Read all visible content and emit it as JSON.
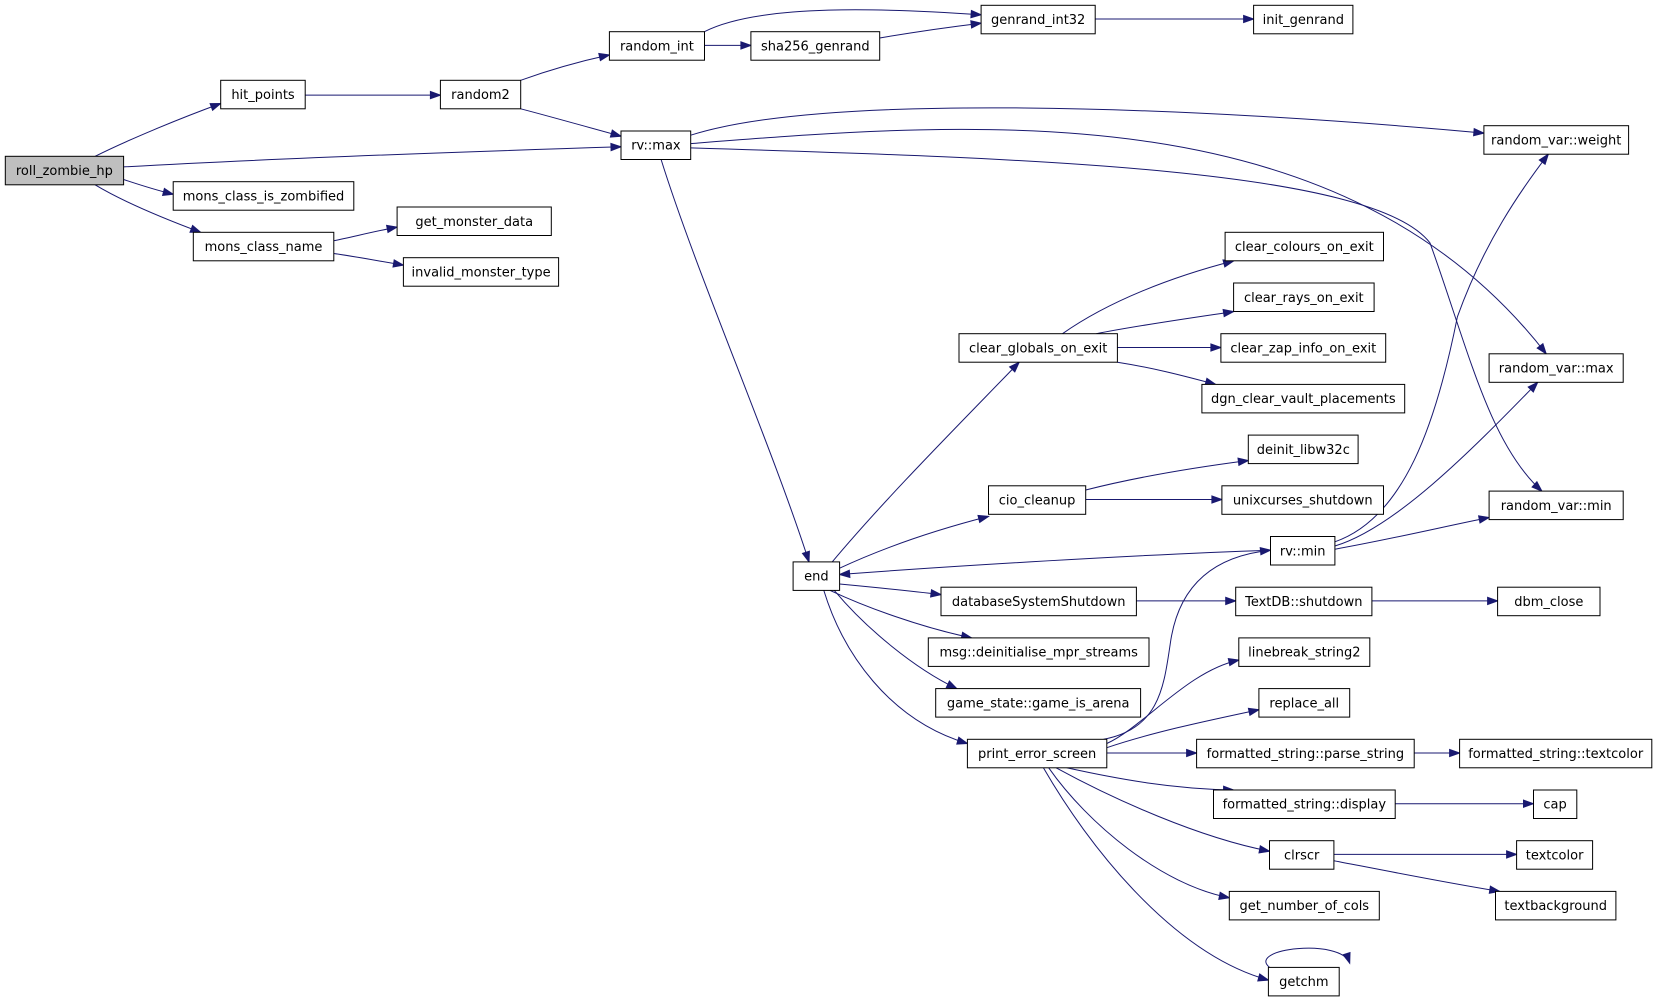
{
  "diagram": {
    "type": "call-graph",
    "colors": {
      "edge": "#191970",
      "root_fill": "#bfbfbf",
      "node_fill": "#ffffff",
      "node_border": "#000000"
    },
    "nodes": [
      {
        "id": "roll_zombie_hp",
        "label": "roll_zombie_hp",
        "root": true
      },
      {
        "id": "hit_points",
        "label": "hit_points"
      },
      {
        "id": "mons_class_is_zombified",
        "label": "mons_class_is_zombified"
      },
      {
        "id": "mons_class_name",
        "label": "mons_class_name"
      },
      {
        "id": "get_monster_data",
        "label": "get_monster_data"
      },
      {
        "id": "invalid_monster_type",
        "label": "invalid_monster_type"
      },
      {
        "id": "random2",
        "label": "random2"
      },
      {
        "id": "random_int",
        "label": "random_int"
      },
      {
        "id": "sha256_genrand",
        "label": "sha256_genrand"
      },
      {
        "id": "genrand_int32",
        "label": "genrand_int32"
      },
      {
        "id": "init_genrand",
        "label": "init_genrand"
      },
      {
        "id": "rv_max",
        "label": "rv::max"
      },
      {
        "id": "random_var_weight",
        "label": "random_var::weight"
      },
      {
        "id": "random_var_max",
        "label": "random_var::max"
      },
      {
        "id": "random_var_min",
        "label": "random_var::min"
      },
      {
        "id": "end",
        "label": "end"
      },
      {
        "id": "clear_globals_on_exit",
        "label": "clear_globals_on_exit"
      },
      {
        "id": "clear_colours_on_exit",
        "label": "clear_colours_on_exit"
      },
      {
        "id": "clear_rays_on_exit",
        "label": "clear_rays_on_exit"
      },
      {
        "id": "clear_zap_info_on_exit",
        "label": "clear_zap_info_on_exit"
      },
      {
        "id": "dgn_clear_vault_placements",
        "label": "dgn_clear_vault_placements"
      },
      {
        "id": "cio_cleanup",
        "label": "cio_cleanup"
      },
      {
        "id": "deinit_libw32c",
        "label": "deinit_libw32c"
      },
      {
        "id": "unixcurses_shutdown",
        "label": "unixcurses_shutdown"
      },
      {
        "id": "rv_min",
        "label": "rv::min"
      },
      {
        "id": "databaseSystemShutdown",
        "label": "databaseSystemShutdown"
      },
      {
        "id": "TextDB_shutdown",
        "label": "TextDB::shutdown"
      },
      {
        "id": "dbm_close",
        "label": "dbm_close"
      },
      {
        "id": "msg_deinitialise",
        "label": "msg::deinitialise_mpr_streams"
      },
      {
        "id": "game_is_arena",
        "label": "game_state::game_is_arena"
      },
      {
        "id": "linebreak_string2",
        "label": "linebreak_string2"
      },
      {
        "id": "replace_all",
        "label": "replace_all"
      },
      {
        "id": "print_error_screen",
        "label": "print_error_screen"
      },
      {
        "id": "parse_string",
        "label": "formatted_string::parse_string"
      },
      {
        "id": "textcolor_fs",
        "label": "formatted_string::textcolor"
      },
      {
        "id": "fs_display",
        "label": "formatted_string::display"
      },
      {
        "id": "cap",
        "label": "cap"
      },
      {
        "id": "clrscr",
        "label": "clrscr"
      },
      {
        "id": "textcolor",
        "label": "textcolor"
      },
      {
        "id": "textbackground",
        "label": "textbackground"
      },
      {
        "id": "get_number_of_cols",
        "label": "get_number_of_cols"
      },
      {
        "id": "getchm",
        "label": "getchm"
      }
    ],
    "edges": [
      {
        "from": "roll_zombie_hp",
        "to": "hit_points"
      },
      {
        "from": "roll_zombie_hp",
        "to": "rv_max"
      },
      {
        "from": "roll_zombie_hp",
        "to": "mons_class_is_zombified"
      },
      {
        "from": "roll_zombie_hp",
        "to": "mons_class_name"
      },
      {
        "from": "hit_points",
        "to": "random2"
      },
      {
        "from": "mons_class_name",
        "to": "get_monster_data"
      },
      {
        "from": "mons_class_name",
        "to": "invalid_monster_type"
      },
      {
        "from": "random2",
        "to": "random_int"
      },
      {
        "from": "random2",
        "to": "rv_max"
      },
      {
        "from": "random_int",
        "to": "genrand_int32"
      },
      {
        "from": "random_int",
        "to": "sha256_genrand"
      },
      {
        "from": "sha256_genrand",
        "to": "genrand_int32"
      },
      {
        "from": "genrand_int32",
        "to": "init_genrand"
      },
      {
        "from": "rv_max",
        "to": "random_var_weight"
      },
      {
        "from": "rv_max",
        "to": "random_var_max"
      },
      {
        "from": "rv_max",
        "to": "random_var_min"
      },
      {
        "from": "rv_max",
        "to": "end"
      },
      {
        "from": "end",
        "to": "clear_globals_on_exit"
      },
      {
        "from": "end",
        "to": "cio_cleanup"
      },
      {
        "from": "end",
        "to": "databaseSystemShutdown"
      },
      {
        "from": "end",
        "to": "msg_deinitialise"
      },
      {
        "from": "end",
        "to": "game_is_arena"
      },
      {
        "from": "end",
        "to": "print_error_screen"
      },
      {
        "from": "clear_globals_on_exit",
        "to": "clear_colours_on_exit"
      },
      {
        "from": "clear_globals_on_exit",
        "to": "clear_rays_on_exit"
      },
      {
        "from": "clear_globals_on_exit",
        "to": "clear_zap_info_on_exit"
      },
      {
        "from": "clear_globals_on_exit",
        "to": "dgn_clear_vault_placements"
      },
      {
        "from": "cio_cleanup",
        "to": "deinit_libw32c"
      },
      {
        "from": "cio_cleanup",
        "to": "unixcurses_shutdown"
      },
      {
        "from": "rv_min",
        "to": "end"
      },
      {
        "from": "rv_min",
        "to": "random_var_weight"
      },
      {
        "from": "rv_min",
        "to": "random_var_max"
      },
      {
        "from": "rv_min",
        "to": "random_var_min"
      },
      {
        "from": "databaseSystemShutdown",
        "to": "TextDB_shutdown"
      },
      {
        "from": "TextDB_shutdown",
        "to": "dbm_close"
      },
      {
        "from": "print_error_screen",
        "to": "rv_min"
      },
      {
        "from": "print_error_screen",
        "to": "linebreak_string2"
      },
      {
        "from": "print_error_screen",
        "to": "replace_all"
      },
      {
        "from": "print_error_screen",
        "to": "parse_string"
      },
      {
        "from": "print_error_screen",
        "to": "fs_display"
      },
      {
        "from": "print_error_screen",
        "to": "clrscr"
      },
      {
        "from": "print_error_screen",
        "to": "get_number_of_cols"
      },
      {
        "from": "print_error_screen",
        "to": "getchm"
      },
      {
        "from": "parse_string",
        "to": "textcolor_fs"
      },
      {
        "from": "fs_display",
        "to": "cap"
      },
      {
        "from": "clrscr",
        "to": "textcolor"
      },
      {
        "from": "clrscr",
        "to": "textbackground"
      },
      {
        "from": "getchm",
        "to": "getchm"
      }
    ]
  }
}
